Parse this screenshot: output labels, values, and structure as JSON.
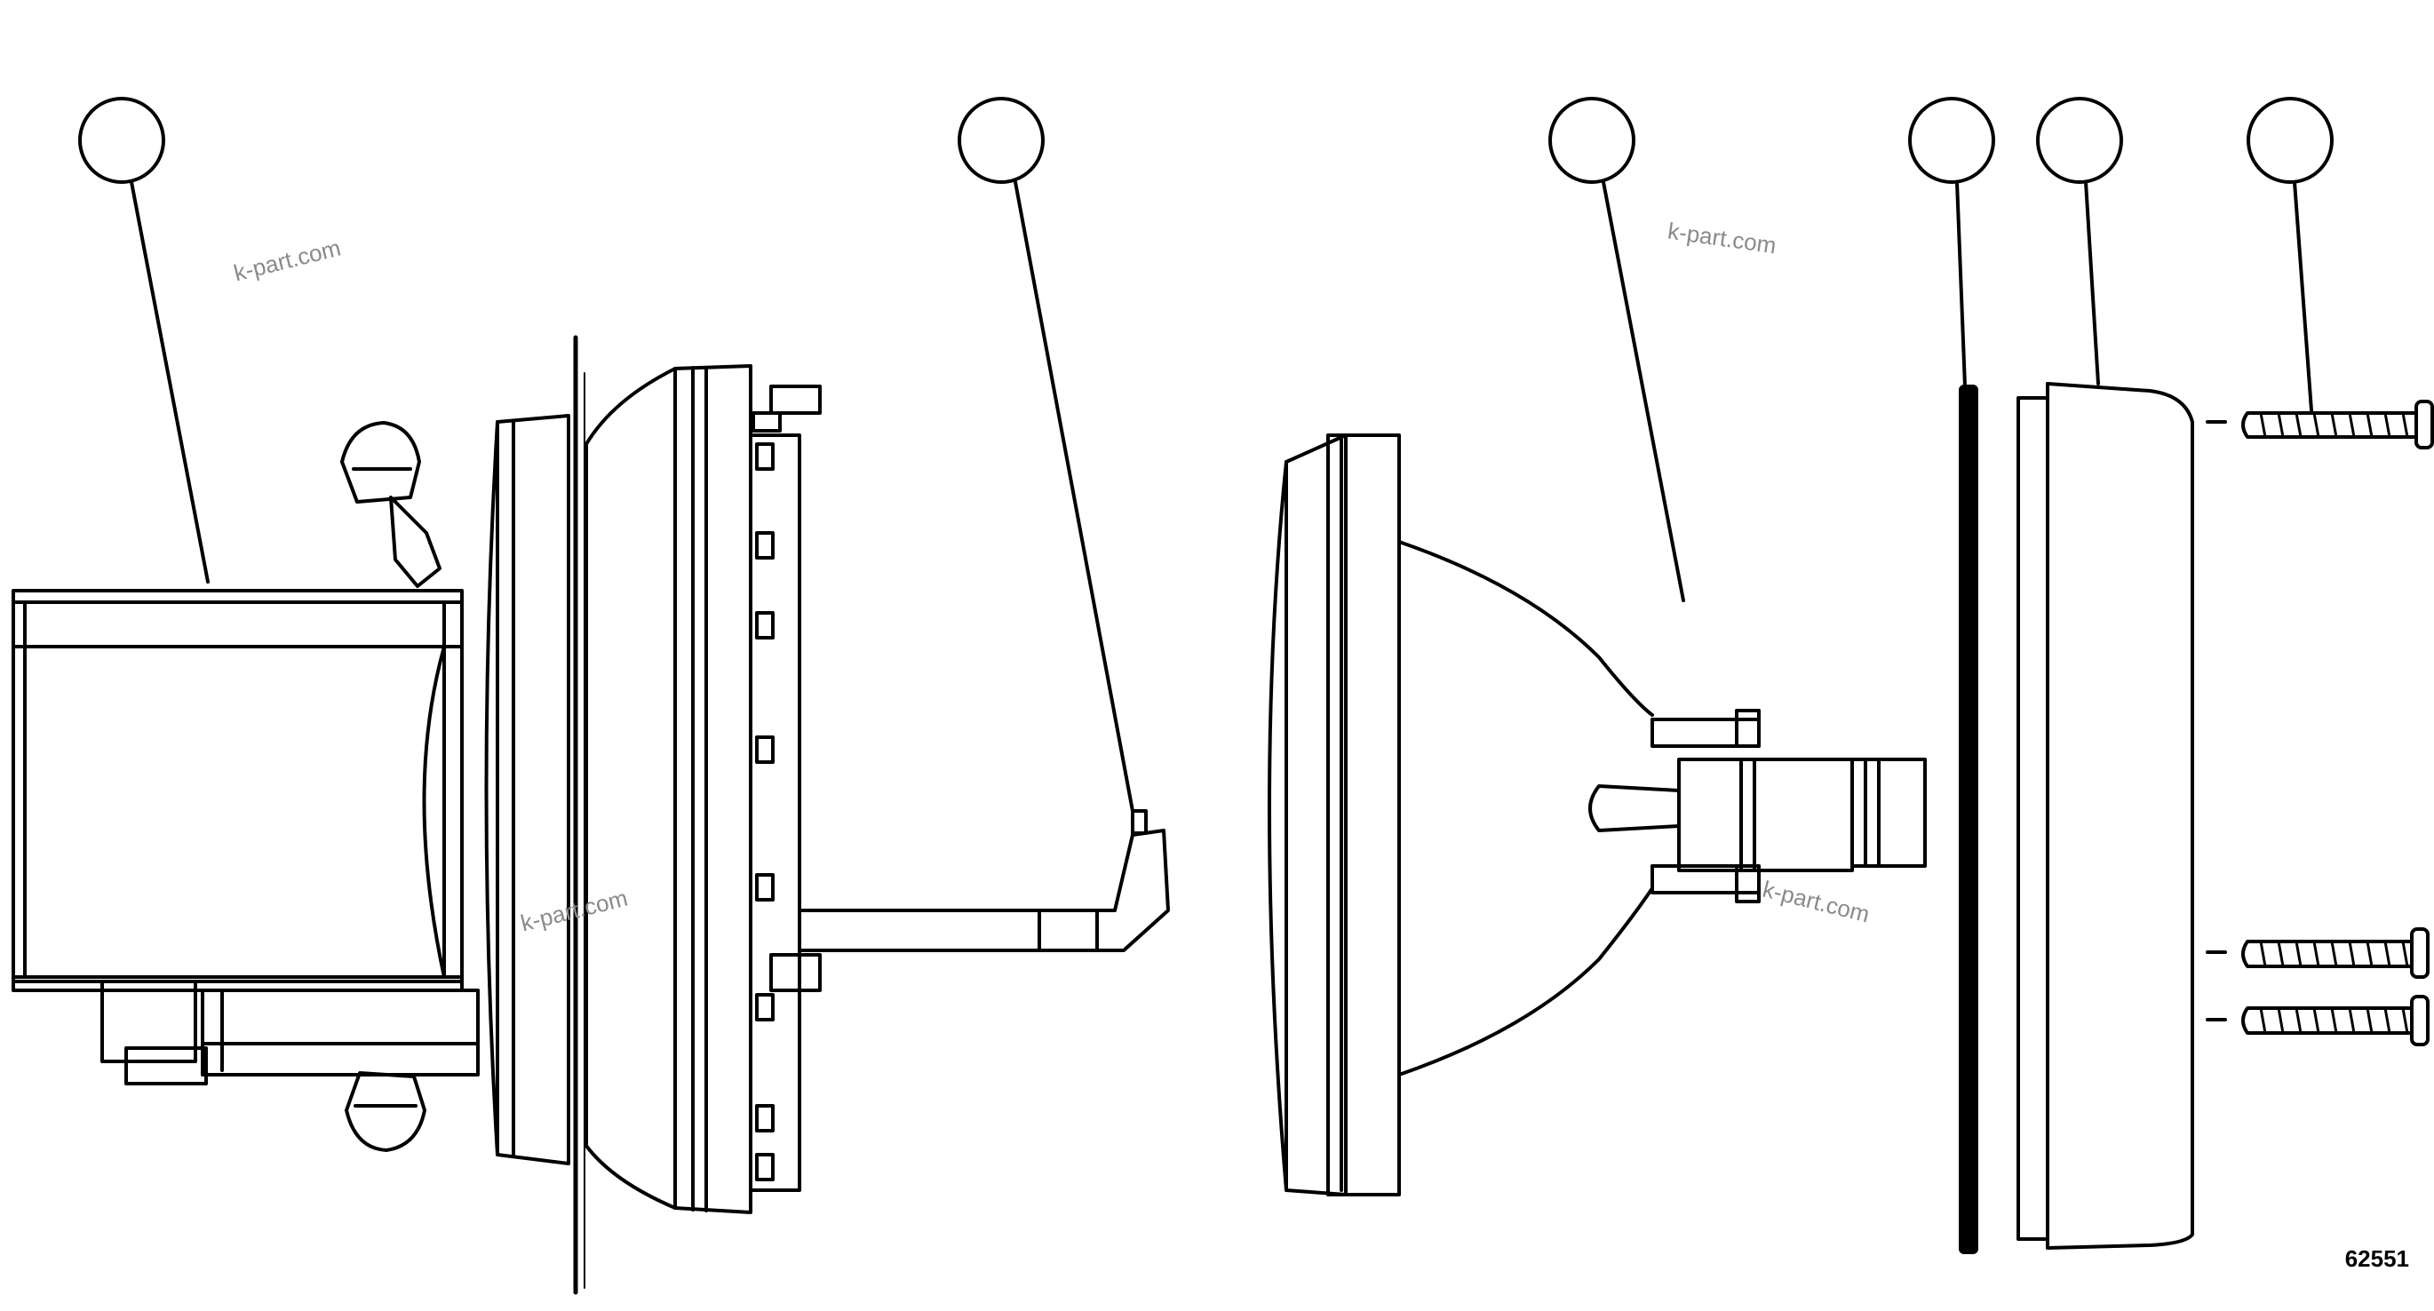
{
  "diagram": {
    "watermark": "k-part.com",
    "figure_number": "62551",
    "callouts": [
      {
        "id": "callout-1",
        "label": ""
      },
      {
        "id": "callout-2",
        "label": ""
      },
      {
        "id": "callout-3",
        "label": ""
      },
      {
        "id": "callout-4",
        "label": ""
      },
      {
        "id": "callout-5",
        "label": ""
      },
      {
        "id": "callout-6",
        "label": ""
      }
    ],
    "colors": {
      "line": "#000000",
      "background": "#ffffff",
      "watermark": "#8a8a8a"
    }
  }
}
